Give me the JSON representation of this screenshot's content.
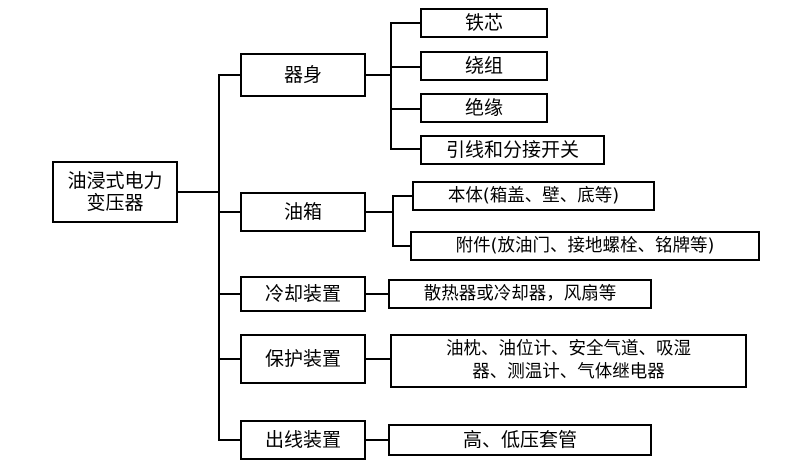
{
  "diagram": {
    "type": "tree",
    "title_text": "",
    "root": {
      "label": "油浸式电力\n变压器",
      "line1": "油浸式电力",
      "line2": "变压器"
    },
    "branches": [
      {
        "label": "器身",
        "children": [
          {
            "label": "铁芯"
          },
          {
            "label": "绕组"
          },
          {
            "label": "绝缘"
          },
          {
            "label": "引线和分接开关"
          }
        ]
      },
      {
        "label": "油箱",
        "children": [
          {
            "label": "本体(箱盖、壁、底等)"
          },
          {
            "label": "附件(放油门、接地螺栓、铭牌等)"
          }
        ]
      },
      {
        "label": "冷却装置",
        "children": [
          {
            "label": "散热器或冷却器，风扇等"
          }
        ]
      },
      {
        "label": "保护装置",
        "children": [
          {
            "label": "油枕、油位计、安全气道、吸湿器、测温计、气体继电器",
            "line1": "油枕、油位计、安全气道、吸湿",
            "line2": "器、测温计、气体继电器"
          }
        ]
      },
      {
        "label": "出线装置",
        "children": [
          {
            "label": "高、低压套管"
          }
        ]
      }
    ]
  },
  "colors": {
    "line": "#000000",
    "box_border": "#000000",
    "background": "#ffffff",
    "text": "#000000"
  }
}
